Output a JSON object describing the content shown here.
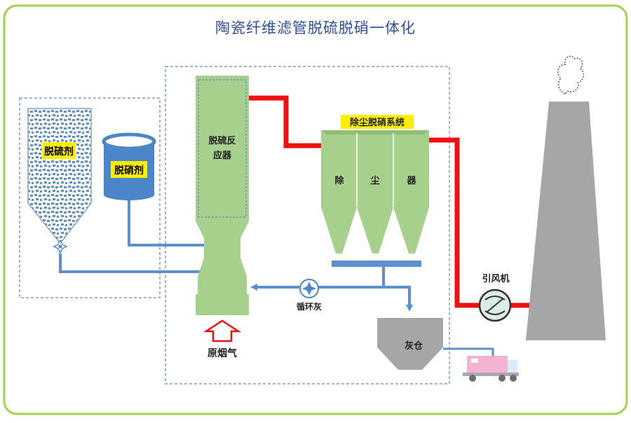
{
  "title": "陶瓷纤维滤管脱硫脱硝一体化",
  "labels": {
    "desulfurizer": "脱硫剂",
    "denitrifier": "脱硝剂",
    "reactor_line1": "脱硫反",
    "reactor_line2": "应器",
    "system": "除尘脱硝系统",
    "collector_1": "除",
    "collector_2": "尘",
    "collector_3": "器",
    "fan": "引风机",
    "recirc": "循环灰",
    "raw_gas": "原烟气",
    "ash_silo": "灰仓"
  },
  "colors": {
    "border": "#a6d14a",
    "title": "#2e4f9e",
    "green": "#a8d08d",
    "flue": "#ee1111",
    "pipe": "#5a8fd0",
    "gray": "#a6a6a6",
    "tank_blue": "#4a86c8",
    "label_yellow": "#ffee00"
  }
}
